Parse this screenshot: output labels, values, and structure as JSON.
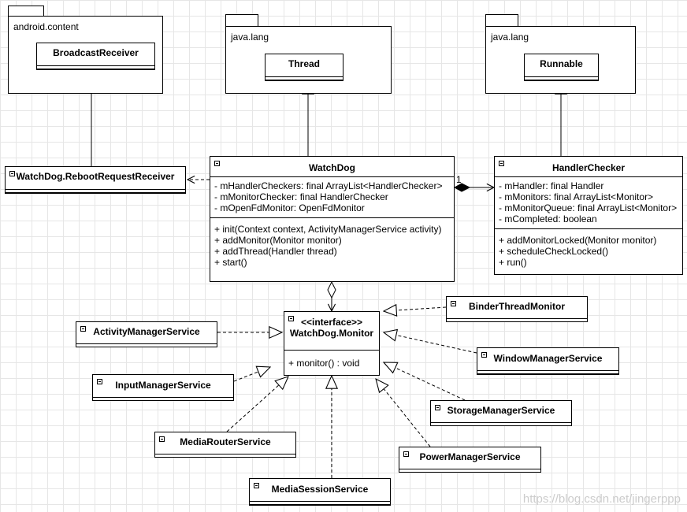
{
  "packages": {
    "android_content": {
      "name": "android.content",
      "class": "BroadcastReceiver"
    },
    "java_lang_thread": {
      "name": "java.lang",
      "class": "Thread"
    },
    "java_lang_runnable": {
      "name": "java.lang",
      "class": "Runnable"
    }
  },
  "reboot_receiver": {
    "name": "WatchDog.RebootRequestReceiver"
  },
  "watchdog": {
    "name": "WatchDog",
    "attributes": [
      "- mHandlerCheckers: final ArrayList<HandlerChecker>",
      "- mMonitorChecker: final HandlerChecker",
      "- mOpenFdMonitor: OpenFdMonitor"
    ],
    "operations": [
      "+ init(Context context, ActivityManagerService activity)",
      "+ addMonitor(Monitor monitor)",
      "+ addThread(Handler thread)",
      "+ start()"
    ]
  },
  "handler_checker": {
    "name": "HandlerChecker",
    "attributes": [
      "- mHandler: final Handler",
      "- mMonitors: final ArrayList<Monitor>",
      "- mMonitorQueue: final ArrayList<Monitor>",
      "- mCompleted: boolean"
    ],
    "operations": [
      "+ addMonitorLocked(Monitor monitor)",
      "+ scheduleCheckLocked()",
      "+ run()"
    ]
  },
  "composition_multiplicity": "1",
  "monitor": {
    "stereotype": "<<interface>>",
    "name": "WatchDog.Monitor",
    "operations": [
      "+ monitor() : void"
    ]
  },
  "implementors": {
    "binder": "BinderThreadMonitor",
    "activity": "ActivityManagerService",
    "window": "WindowManagerService",
    "input": "InputManagerService",
    "storage": "StorageManagerService",
    "mediarouter": "MediaRouterService",
    "power": "PowerManagerService",
    "mediasession": "MediaSessionService"
  },
  "watermark": "https://blog.csdn.net/jingerppp"
}
